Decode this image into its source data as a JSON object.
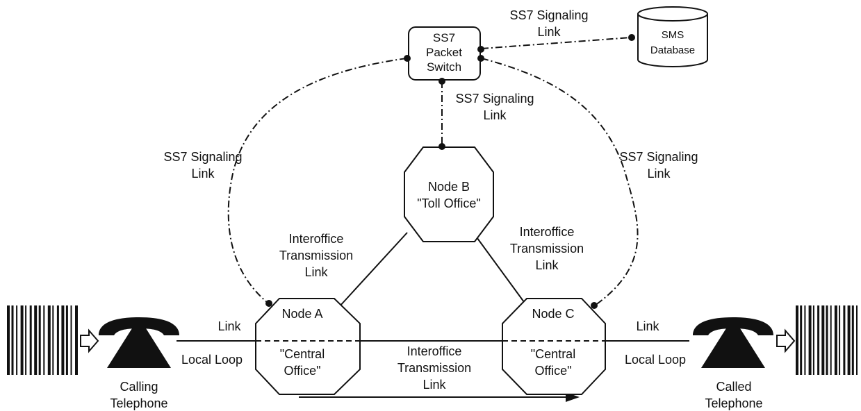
{
  "signaling": {
    "top_link": [
      "SS7 Signaling",
      "Link"
    ],
    "center_link": [
      "SS7 Signaling",
      "Link"
    ],
    "left_link": [
      "SS7 Signaling",
      "Link"
    ],
    "right_link": [
      "SS7 Signaling",
      "Link"
    ]
  },
  "packet_switch": [
    "SS7",
    "Packet",
    "Switch"
  ],
  "sms_database": [
    "SMS",
    "Database"
  ],
  "node_b": [
    "Node B",
    "\"Toll Office\""
  ],
  "node_a": {
    "name": "Node A",
    "office": [
      "\"Central",
      "Office\""
    ]
  },
  "node_c": {
    "name": "Node C",
    "office": [
      "\"Central",
      "Office\""
    ]
  },
  "interoffice_left": [
    "Interoffice",
    "Transmission",
    "Link"
  ],
  "interoffice_right": [
    "Interoffice",
    "Transmission",
    "Link"
  ],
  "interoffice_bottom": [
    "Interoffice",
    "Transmission",
    "Link"
  ],
  "left_loop": {
    "link": "Link",
    "loop": "Local Loop"
  },
  "right_loop": {
    "link": "Link",
    "loop": "Local Loop"
  },
  "calling": [
    "Calling",
    "Telephone"
  ],
  "called": [
    "Called",
    "Telephone"
  ]
}
